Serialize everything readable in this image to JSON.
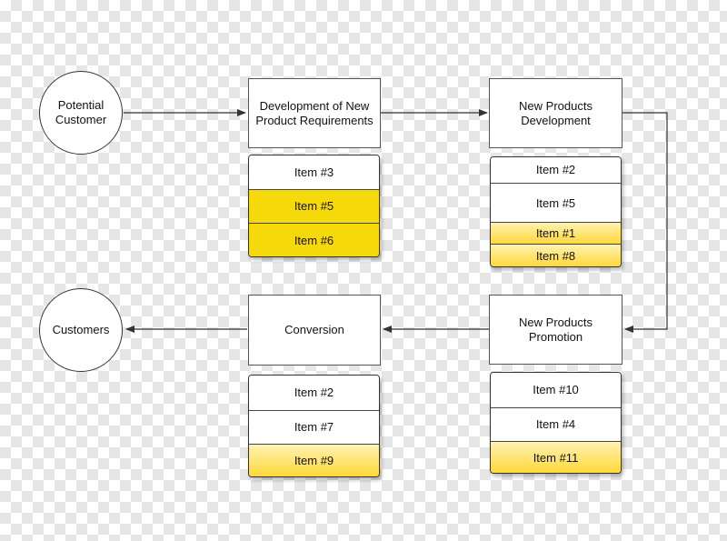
{
  "nodes": {
    "potential_customer": "Potential\nCustomer",
    "dev_requirements": "Development of New\nProduct Requirements",
    "new_products_dev": "New Products\nDevelopment",
    "new_products_promo": "New Products\nPromotion",
    "conversion": "Conversion",
    "customers": "Customers"
  },
  "lists": {
    "requirements": [
      {
        "label": "Item #3",
        "style": "white"
      },
      {
        "label": "Item #5",
        "style": "yellow"
      },
      {
        "label": "Item #6",
        "style": "yellow"
      }
    ],
    "development": [
      {
        "label": "Item #2",
        "style": "white"
      },
      {
        "label": "Item #5",
        "style": "white"
      },
      {
        "label": "Item #1",
        "style": "yellow-grad"
      },
      {
        "label": "Item #8",
        "style": "yellow-grad"
      }
    ],
    "promotion": [
      {
        "label": "Item #10",
        "style": "white"
      },
      {
        "label": "Item #4",
        "style": "white"
      },
      {
        "label": "Item #11",
        "style": "yellow-grad"
      }
    ],
    "conversion": [
      {
        "label": "Item #2",
        "style": "white"
      },
      {
        "label": "Item #7",
        "style": "white"
      },
      {
        "label": "Item #9",
        "style": "yellow-grad"
      }
    ]
  },
  "colors": {
    "highlight_solid": "#f5d90a",
    "highlight_gradient_top": "#fff2b3",
    "highlight_gradient_bottom": "#ffd83a",
    "connector": "#333333"
  }
}
